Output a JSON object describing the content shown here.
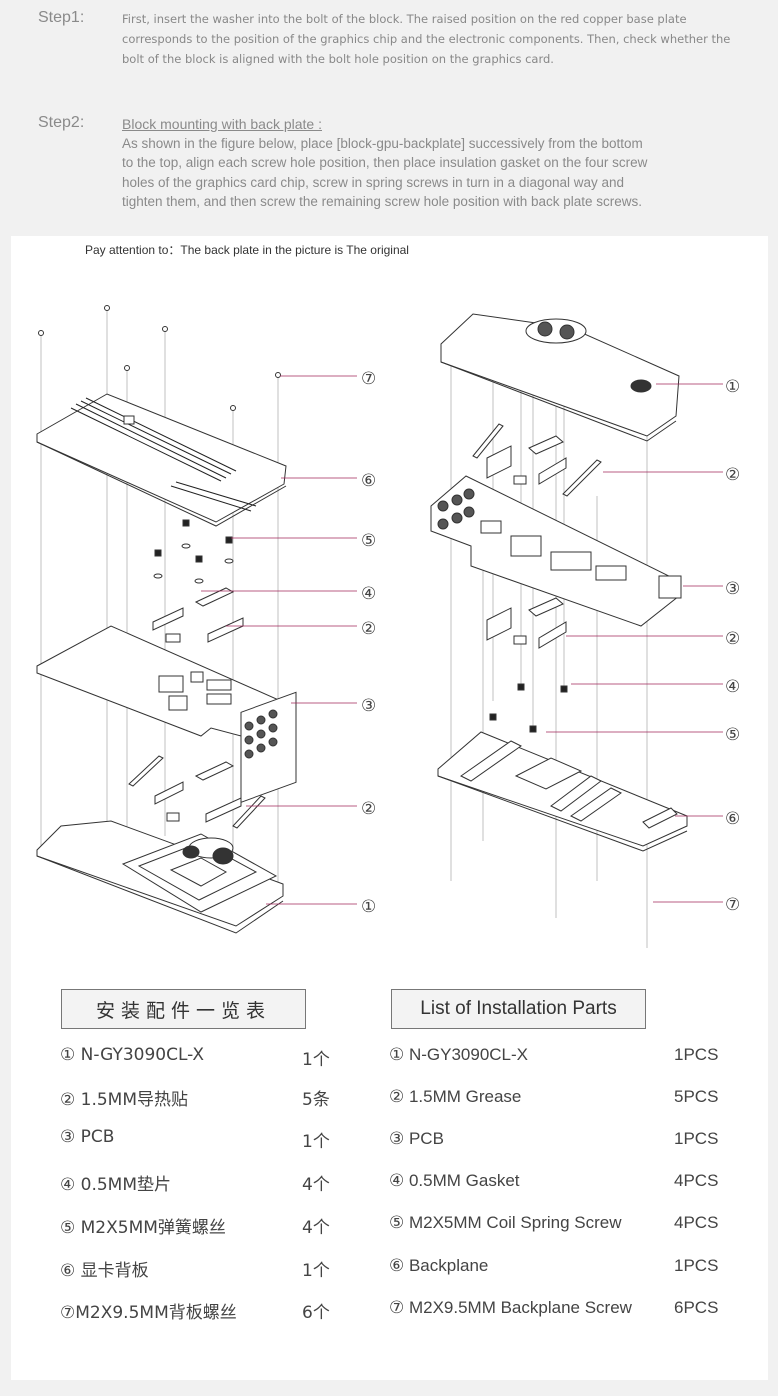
{
  "step1": {
    "label": "Step1:",
    "text": "First, insert the washer into the bolt of the block. The raised position on the red copper base plate corresponds to the position of the graphics chip and the electronic components. Then, check whether the bolt of the block is aligned with the bolt hole position on the graphics card."
  },
  "step2": {
    "label": "Step2:",
    "title": "Block mounting with back plate :",
    "text": "As shown in the figure below, place [block-gpu-backplate] successively from the bottom to the top, align each screw hole position, then place insulation gasket on the four screw holes of the graphics card chip, screw in spring screws in turn in a diagonal way and tighten them, and then screw the remaining screw hole position with back plate screws."
  },
  "note": "Pay attention to：The back plate in the picture is The original",
  "callouts": {
    "left": [
      "⑦",
      "⑥",
      "⑤",
      "④",
      "②",
      "③",
      "②",
      "①"
    ],
    "right": [
      "①",
      "②",
      "③",
      "②",
      "④",
      "⑤",
      "⑥",
      "⑦"
    ]
  },
  "parts_cn": {
    "header": "安装配件一览表",
    "rows": [
      {
        "name": "①  N-GY3090CL-X",
        "qty": "1个"
      },
      {
        "name": "②  1.5MM导热贴",
        "qty": "5条"
      },
      {
        "name": "③  PCB",
        "qty": "1个"
      },
      {
        "name": "④  0.5MM垫片",
        "qty": "4个"
      },
      {
        "name": "⑤  M2X5MM弹簧螺丝",
        "qty": "4个"
      },
      {
        "name": "⑥  显卡背板",
        "qty": "1个"
      },
      {
        "name": "⑦M2X9.5MM背板螺丝",
        "qty": "6个"
      }
    ]
  },
  "parts_en": {
    "header": "List of Installation Parts",
    "rows": [
      {
        "name": "①  N-GY3090CL-X",
        "qty": "1PCS"
      },
      {
        "name": "②  1.5MM  Grease",
        "qty": "5PCS"
      },
      {
        "name": "③  PCB",
        "qty": "1PCS"
      },
      {
        "name": "④  0.5MM  Gasket",
        "qty": "4PCS"
      },
      {
        "name": "⑤  M2X5MM Coil Spring Screw",
        "qty": "4PCS"
      },
      {
        "name": "⑥  Backplane",
        "qty": "1PCS"
      },
      {
        "name": "⑦  M2X9.5MM  Backplane Screw",
        "qty": "6PCS"
      }
    ]
  }
}
